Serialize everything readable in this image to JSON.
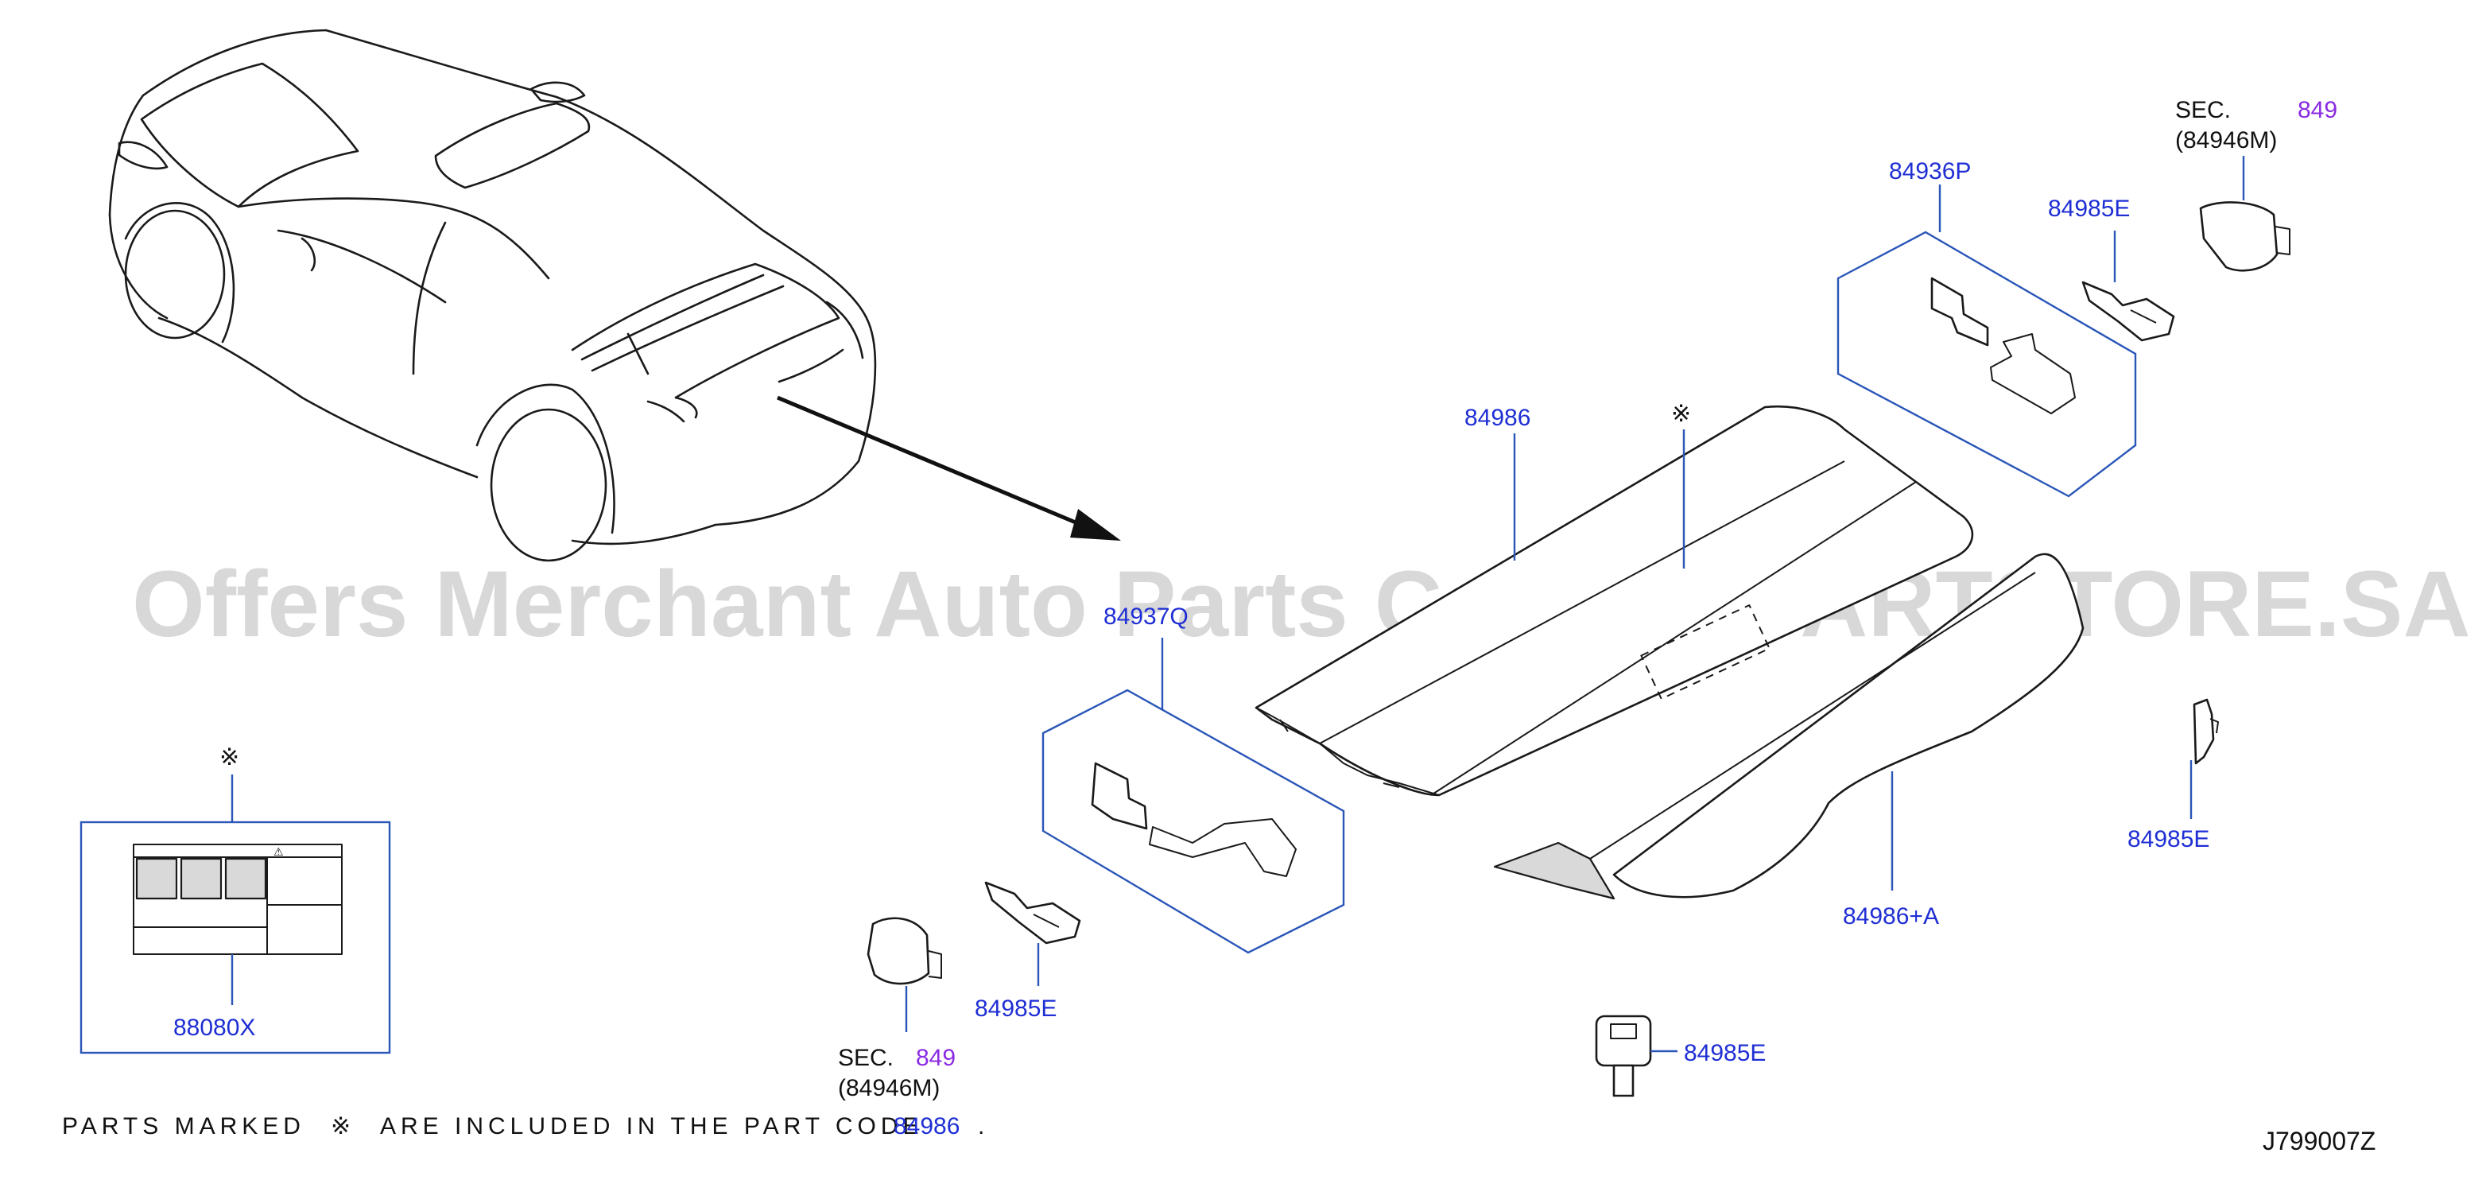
{
  "watermark": "Offers Merchant Auto Parts Catalog PARTSTORE.SA",
  "diagram_code": "J799007Z",
  "included_mark": "※",
  "footnote": {
    "prefix": "PARTS MARKED",
    "suffix": "ARE INCLUDED IN THE PART CODE",
    "code": "84986",
    "end": "."
  },
  "labels": {
    "p84986_top": "84986",
    "p84936P": "84936P",
    "p84985E_top": "84985E",
    "sec_top": "SEC.",
    "sec_top_num": "849",
    "sec_top_ref": "(84946M)",
    "p84937Q": "84937Q",
    "p84985E_mid": "84985E",
    "sec_bottom": "SEC.",
    "sec_bottom_num": "849",
    "sec_bottom_ref": "(84946M)",
    "p88080X": "88080X",
    "p84986A": "84986+A",
    "p84985E_right": "84985E",
    "p84985E_bottom": "84985E"
  },
  "label_caution_mark": "⚠"
}
